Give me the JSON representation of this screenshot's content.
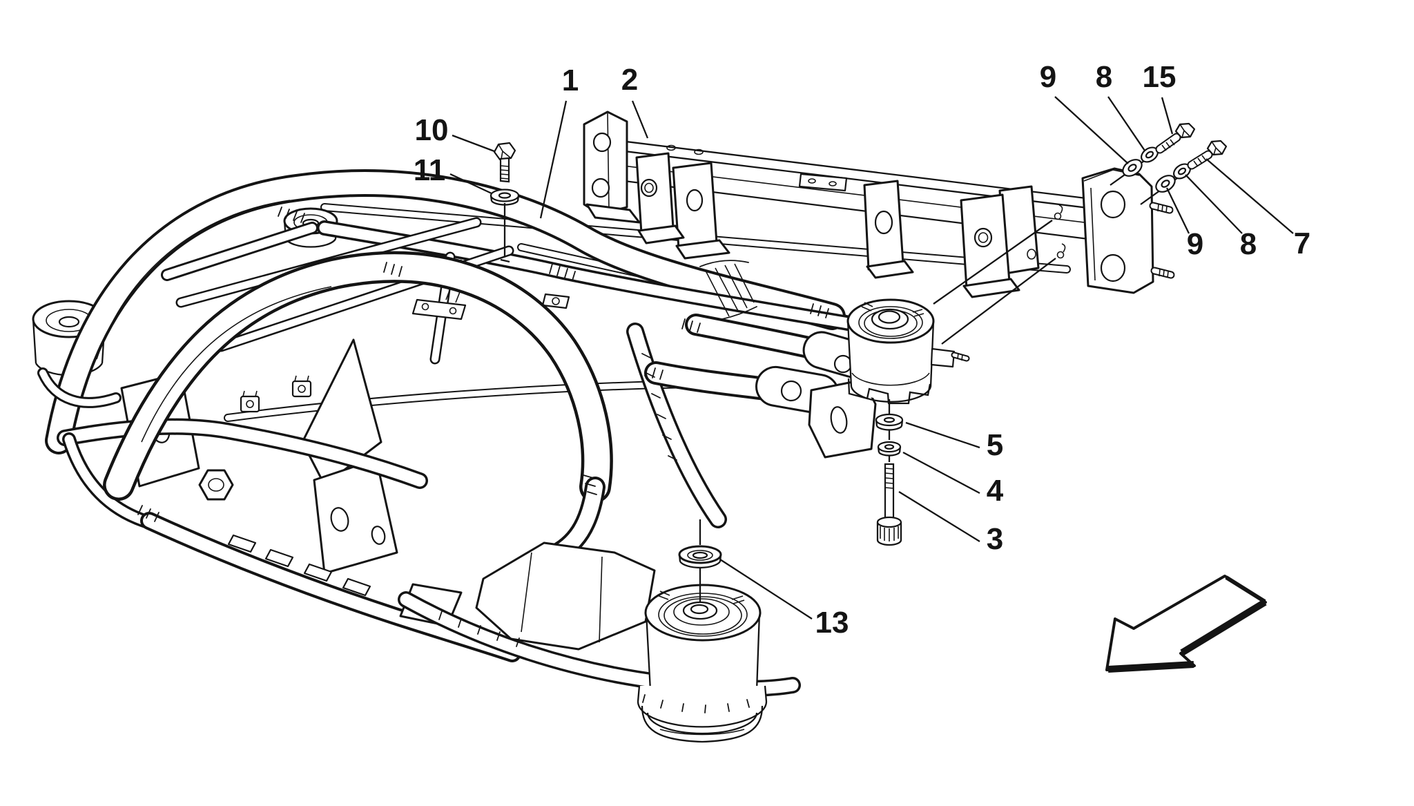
{
  "figure": {
    "type": "exploded-parts-line-drawing",
    "subject": "rear chassis subframe with detached cross member, mounting bushings and fasteners",
    "background_color": "#ffffff",
    "line_color": "#141414",
    "direction_arrow": "down-left"
  },
  "callouts": {
    "c1": {
      "label": "1"
    },
    "c2": {
      "label": "2"
    },
    "c3": {
      "label": "3"
    },
    "c4": {
      "label": "4"
    },
    "c5": {
      "label": "5"
    },
    "c7": {
      "label": "7"
    },
    "c8a": {
      "label": "8"
    },
    "c8b": {
      "label": "8"
    },
    "c9a": {
      "label": "9"
    },
    "c9b": {
      "label": "9"
    },
    "c10": {
      "label": "10"
    },
    "c11": {
      "label": "11"
    },
    "c13": {
      "label": "13"
    },
    "c15": {
      "label": "15"
    }
  }
}
